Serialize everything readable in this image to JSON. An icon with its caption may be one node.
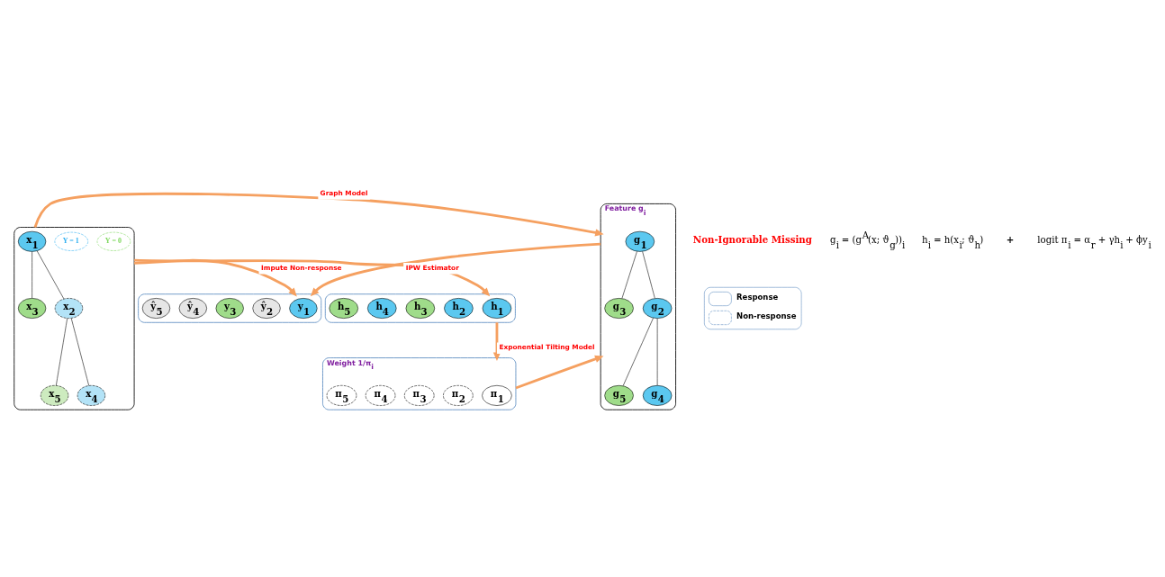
{
  "diagram": {
    "nodes": [
      {
        "text": [],
        "shape": "box"
      },
      {
        "text": [
          "Y = 0"
        ],
        "in": 0
      },
      {
        "text": [
          "Y = 1"
        ],
        "in": 0
      },
      {
        "text": [
          "x$_{1}$"
        ],
        "in": 0
      },
      {
        "text": [
          "x$_{3}$"
        ],
        "in": 0
      },
      {
        "text": [
          "x$_{2}$"
        ],
        "in": 0
      },
      {
        "text": [
          "x$_{5}$"
        ],
        "in": 0
      },
      {
        "text": [
          "x$_{4}$"
        ],
        "in": 0
      },
      {
        "text": [
          "Feature g$_{i}$"
        ]
      },
      {
        "text": [
          "g$_{1}$"
        ],
        "in": 8
      },
      {
        "text": [
          "g$_{3}$"
        ],
        "in": 8
      },
      {
        "text": [
          "g$_{2}$"
        ],
        "in": 8
      },
      {
        "text": [
          "g$_{5}$"
        ],
        "in": 8
      },
      {
        "text": [
          "g$_{4}$"
        ],
        "in": 8
      },
      {
        "text": [],
        "shape": "box"
      },
      {
        "text": [
          "y$_{1}$"
        ],
        "in": 14
      },
      {
        "text": [
          "ŷ$_{2}$"
        ],
        "in": 14
      },
      {
        "text": [
          "y$_{3}$"
        ],
        "in": 14
      },
      {
        "text": [
          "ŷ$_{4}$"
        ],
        "in": 14
      },
      {
        "text": [
          "ŷ$_{5}$"
        ],
        "in": 14
      },
      {
        "text": [],
        "shape": "box"
      },
      {
        "text": [
          "h$_{1}$"
        ],
        "in": 20
      },
      {
        "text": [
          "h$_{2}$"
        ],
        "in": 20
      },
      {
        "text": [
          "h$_{3}$"
        ],
        "in": 20
      },
      {
        "text": [
          "h$_{4}$"
        ],
        "in": 20
      },
      {
        "text": [
          "h$_{5}$"
        ],
        "in": 20
      },
      {
        "text": [
          "Weight 1/π$_{i}$"
        ]
      },
      {
        "text": [
          "π$_{1}$"
        ],
        "in": 26
      },
      {
        "text": [
          "π$_{2}$"
        ],
        "in": 26
      },
      {
        "text": [
          "π$_{3}$"
        ],
        "in": 26
      },
      {
        "text": [
          "π$_{4}$"
        ],
        "in": 26
      },
      {
        "text": [
          "π$_{5}$"
        ],
        "in": 26
      }
    ],
    "edges": [
      {
        "from": 3,
        "to": 4,
        "arrow": "none"
      },
      {
        "from": 3,
        "to": 5,
        "arrow": "none"
      },
      {
        "from": 5,
        "to": 6,
        "arrow": "none"
      },
      {
        "from": 5,
        "to": 7,
        "arrow": "none"
      },
      {
        "from": 9,
        "to": 10,
        "arrow": "none"
      },
      {
        "from": 9,
        "to": 11,
        "arrow": "none"
      },
      {
        "from": 11,
        "to": 12,
        "arrow": "none"
      },
      {
        "from": 11,
        "to": 13,
        "arrow": "none"
      },
      {
        "from": 0,
        "to": 8,
        "arrow": "to",
        "label": "Graph Model",
        "style": "thick",
        "color": "#f5a060"
      },
      {
        "from": 0,
        "to": 14,
        "arrow": "to",
        "label": "Impute Non-response",
        "style": "thick",
        "color": "#f5a060"
      },
      {
        "from": 0,
        "to": 20,
        "arrow": "to",
        "style": "thick",
        "color": "#f5a060"
      },
      {
        "from": 8,
        "to": 14,
        "arrow": "to",
        "label": "IPW Estimator",
        "style": "thick",
        "color": "#f5a060"
      },
      {
        "from": 20,
        "to": 26,
        "arrow": "to",
        "label": "Exponential Tilting Model",
        "style": "thick",
        "color": "#f5a060"
      },
      {
        "from": 26,
        "to": 8,
        "arrow": "to",
        "style": "thick",
        "color": "#f5a060"
      }
    ],
    "labels": [
      "Non-Ignorable Missing",
      "g$_{i}$ = (g$^{A}$(x; ϑ$_{g}$))$_{i}$",
      "h$_{i}$ = h(x$_{i}$; ϑ$_{h}$)",
      "+",
      "logit π$_{i}$ = α$_{r}$ + γh$_{i}$ + ϕy$_{i}$"
    ],
    "legend": [
      {
        "text": "Response"
      },
      {
        "text": "Non-response"
      }
    ]
  }
}
